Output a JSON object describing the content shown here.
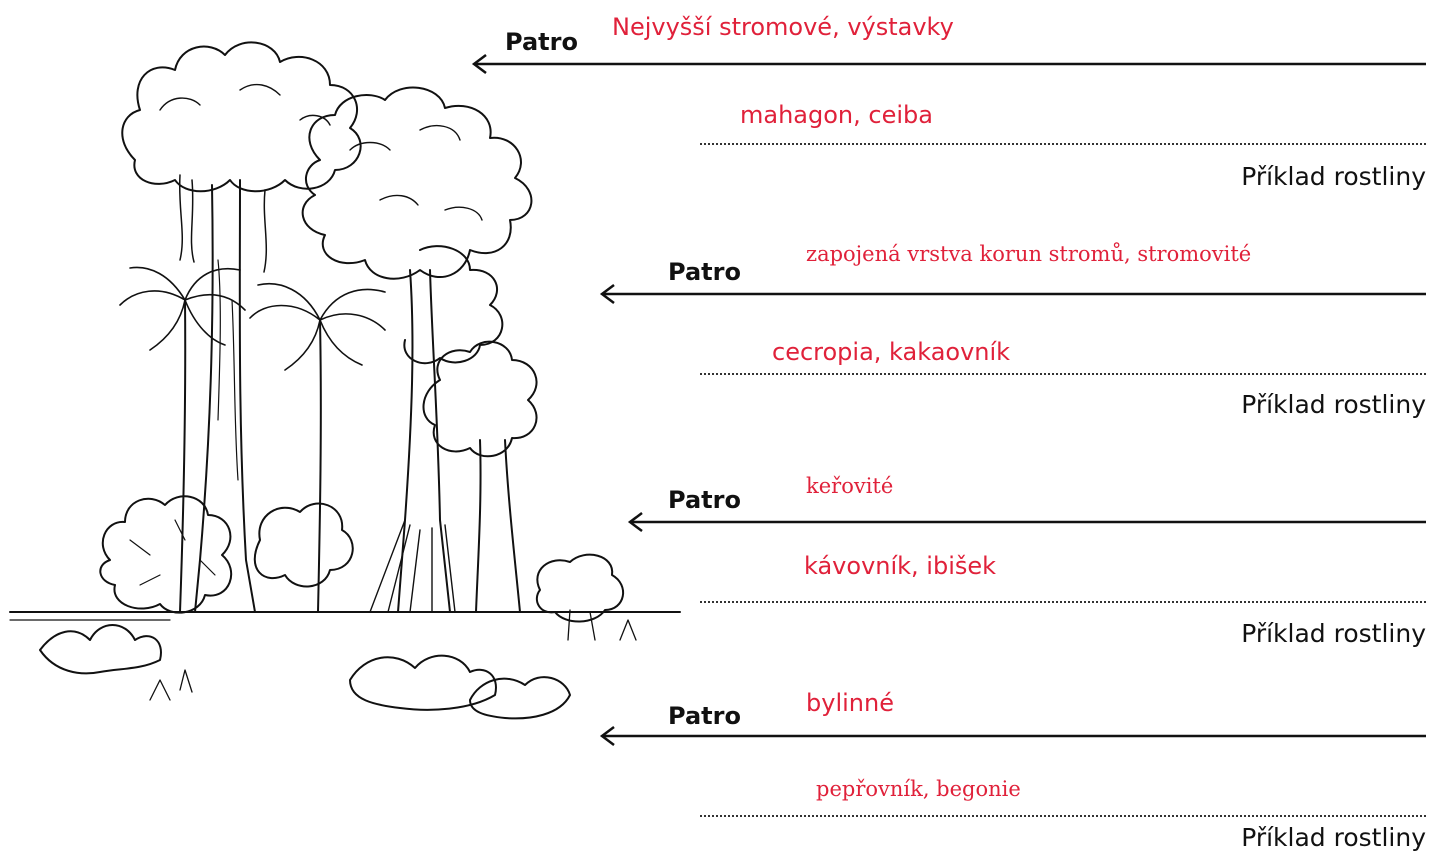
{
  "layers": [
    {
      "patro_label": "Patro",
      "layer_name": "Nejvyšší stromové, výstavky",
      "layer_font": "sans",
      "example_answer": "mahagon, ceiba",
      "example_font": "sans",
      "example_label": "Příklad rostliny"
    },
    {
      "patro_label": "Patro",
      "layer_name": "zapojená vrstva korun stromů, stromovité",
      "layer_font": "serif",
      "example_answer": "cecropia, kakaovník",
      "example_font": "sans",
      "example_label": "Příklad rostliny"
    },
    {
      "patro_label": "Patro",
      "layer_name": "keřovité",
      "layer_font": "serif",
      "example_answer": "kávovník, ibišek",
      "example_font": "sans",
      "example_label": "Příklad rostliny"
    },
    {
      "patro_label": "Patro",
      "layer_name": "bylinné",
      "layer_font": "sans",
      "example_answer": "pepřovník, begonie",
      "example_font": "serif",
      "example_label": "Příklad rostliny"
    }
  ],
  "colors": {
    "answer": "#e0213a",
    "ink": "#111111"
  }
}
